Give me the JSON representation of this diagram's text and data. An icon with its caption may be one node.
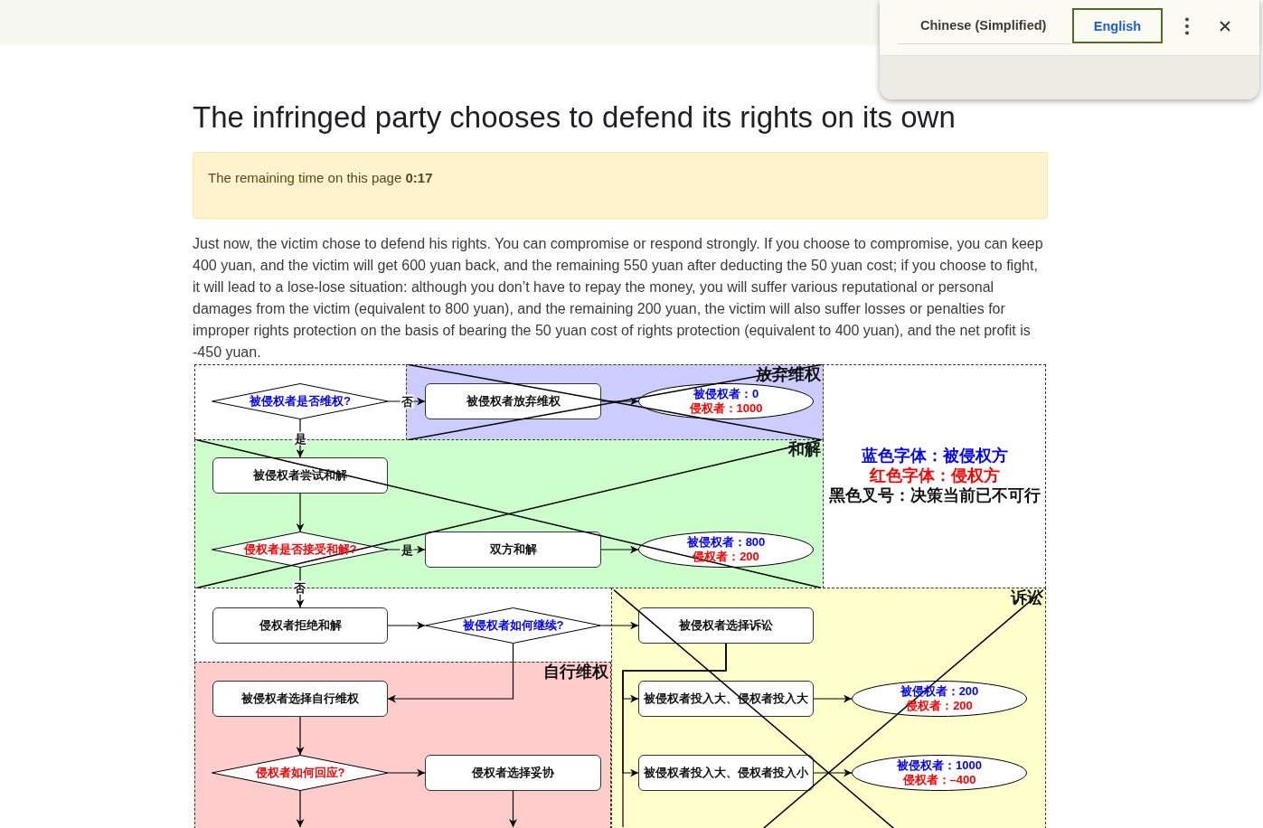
{
  "diagram": {
    "title": "The infringed party chooses to defend its rights on its own",
    "nodes": [
      {
        "text": [
          "被侵权者是否维权?"
        ]
      },
      {
        "text": [
          "放弃维权"
        ]
      },
      {
        "text": [
          "被侵权者放弃维权"
        ],
        "in": 1
      },
      {
        "text": [
          "被侵权者：0",
          "侵权者：1000"
        ],
        "in": 1
      },
      {
        "text": [
          "和解"
        ]
      },
      {
        "text": [
          "被侵权者尝试和解"
        ],
        "in": 4
      },
      {
        "text": [
          "侵权者是否接受和解?"
        ],
        "in": 4
      },
      {
        "text": [
          "双方和解"
        ],
        "in": 4
      },
      {
        "text": [
          "被侵权者：800",
          "侵权者：200"
        ],
        "in": 4
      },
      {
        "text": [
          "侵权者拒绝和解"
        ]
      },
      {
        "text": [
          "被侵权者如何继续?"
        ]
      },
      {
        "text": [
          "自行维权"
        ]
      },
      {
        "text": [
          "被侵权者选择自行维权"
        ],
        "in": 11
      },
      {
        "text": [
          "侵权者如何回应?"
        ],
        "in": 11
      },
      {
        "text": [
          "侵权者选择妥协"
        ],
        "in": 11
      },
      {
        "text": [
          "诉讼"
        ]
      },
      {
        "text": [
          "被侵权者选择诉讼"
        ],
        "in": 15
      },
      {
        "text": [
          "被侵权者投入大、侵权者投入大"
        ],
        "in": 15
      },
      {
        "text": [
          "被侵权者：200",
          "侵权者：200"
        ],
        "in": 15
      },
      {
        "text": [
          "被侵权者投入大、侵权者投入小"
        ],
        "in": 15
      },
      {
        "text": [
          "被侵权者：1000",
          "侵权者：–400"
        ],
        "in": 15
      }
    ],
    "edges": [
      {
        "from": 0,
        "to": 2,
        "arrow": "to",
        "label": "否"
      },
      {
        "from": 0,
        "to": 5,
        "arrow": "to",
        "label": "是"
      },
      {
        "from": 2,
        "to": 3,
        "arrow": "to"
      },
      {
        "from": 5,
        "to": 6,
        "arrow": "to"
      },
      {
        "from": 6,
        "to": 7,
        "arrow": "to",
        "label": "是"
      },
      {
        "from": 7,
        "to": 8,
        "arrow": "to"
      },
      {
        "from": 6,
        "to": 9,
        "arrow": "to",
        "label": "否"
      },
      {
        "from": 9,
        "to": 10,
        "arrow": "to"
      },
      {
        "from": 10,
        "to": 16,
        "arrow": "to"
      },
      {
        "from": 10,
        "to": 12,
        "arrow": "to"
      },
      {
        "from": 12,
        "to": 13,
        "arrow": "to"
      },
      {
        "from": 13,
        "to": 14,
        "arrow": "to"
      },
      {
        "from": 13,
        "to": null,
        "arrow": "to"
      },
      {
        "from": 14,
        "to": null,
        "arrow": "to"
      },
      {
        "from": 16,
        "to": 17,
        "arrow": "to"
      },
      {
        "from": 16,
        "to": 19,
        "arrow": "to"
      },
      {
        "from": 16,
        "to": null,
        "arrow": "none"
      },
      {
        "from": 17,
        "to": 18,
        "arrow": "to"
      },
      {
        "from": 19,
        "to": 20,
        "arrow": "to"
      }
    ],
    "labels": [
      "Chinese (Simplified)",
      "English",
      "The remaining time on this page **0:17**",
      "Just now, the victim chose to defend his rights. You can compromise or respond strongly. If you choose to compromise, you can keep 400 yuan, and the victim will get 600 yuan back, and the remaining 550 yuan after deducting the 50 yuan cost; if you choose to fight, it will lead to a lose-lose situation: although you don’t have to repay the money, you will suffer various reputational or personal damages from the victim (equivalent to 800 yuan), and the remaining 200 yuan, the victim will also suffer losses or penalties for improper rights protection on the basis of bearing the 50 yuan cost of rights protection (equivalent to 400 yuan), and the net profit is -450 yuan."
    ],
    "legend": [
      {
        "text": "蓝色字体：被侵权方"
      },
      {
        "text": "红色字体：侵权方"
      },
      {
        "text": "黑色叉号：决策当前已不可行"
      }
    ]
  }
}
